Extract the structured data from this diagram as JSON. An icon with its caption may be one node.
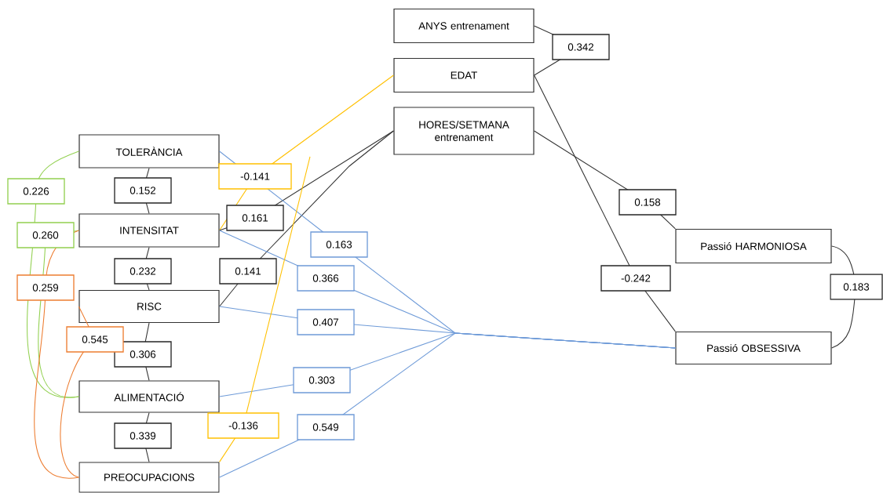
{
  "diagram": {
    "nodes": [
      {
        "text": [
          "ANYS entrenament"
        ]
      },
      {
        "text": [
          "EDAT"
        ]
      },
      {
        "text": [
          "HORES/SETMANA entrenament"
        ]
      },
      {
        "text": [
          "TOLERÀNCIA"
        ]
      },
      {
        "text": [
          "INTENSITAT"
        ]
      },
      {
        "text": [
          "RISC"
        ]
      },
      {
        "text": [
          "ALIMENTACIÓ"
        ]
      },
      {
        "text": [
          "PREOCUPACIONS"
        ]
      },
      {
        "text": [
          "Passió HARMONIOSA"
        ]
      },
      {
        "text": [
          "Passió OBSESSIVA"
        ]
      }
    ],
    "edges": [
      {
        "from": 0,
        "to": 1,
        "arrow": "none",
        "label": "0.342"
      },
      {
        "from": 1,
        "to": 9,
        "arrow": "none",
        "label": "-0.242"
      },
      {
        "from": 2,
        "to": 8,
        "arrow": "none",
        "label": "0.158"
      },
      {
        "from": 8,
        "to": 9,
        "arrow": "none",
        "label": "0.183"
      },
      {
        "from": 1,
        "to": 4,
        "arrow": "none",
        "label": "-0.141",
        "color": "#ffc000"
      },
      {
        "from": 2,
        "to": 4,
        "arrow": "none",
        "label": "0.161"
      },
      {
        "from": 2,
        "to": 5,
        "arrow": "none",
        "label": "0.141"
      },
      {
        "from": 3,
        "to": 9,
        "arrow": "none",
        "label": "0.163",
        "color": "#6f9bd8"
      },
      {
        "from": 4,
        "to": 9,
        "arrow": "none",
        "label": "0.366",
        "color": "#6f9bd8"
      },
      {
        "from": 5,
        "to": 9,
        "arrow": "none",
        "label": "0.407",
        "color": "#6f9bd8"
      },
      {
        "from": 6,
        "to": 9,
        "arrow": "none",
        "label": "0.303",
        "color": "#6f9bd8"
      },
      {
        "from": 7,
        "to": 9,
        "arrow": "none",
        "label": "0.549",
        "color": "#6f9bd8"
      },
      {
        "from": 3,
        "to": 4,
        "arrow": "none",
        "label": "0.152"
      },
      {
        "from": 4,
        "to": 5,
        "arrow": "none",
        "label": "0.232"
      },
      {
        "from": 5,
        "to": 6,
        "arrow": "none",
        "label": "0.306"
      },
      {
        "from": 6,
        "to": 7,
        "arrow": "none",
        "label": "0.339"
      },
      {
        "from": 3,
        "to": 6,
        "arrow": "none",
        "label": "0.226",
        "color": "#92d050"
      },
      {
        "from": 4,
        "to": 6,
        "arrow": "none",
        "label": "0.260",
        "color": "#92d050"
      },
      {
        "from": 4,
        "to": 7,
        "arrow": "none",
        "label": "0.259",
        "color": "#ed7d31"
      },
      {
        "from": 5,
        "to": 7,
        "arrow": "none",
        "label": "0.545",
        "color": "#ed7d31"
      },
      {
        "from": 7,
        "to": null,
        "arrow": "none",
        "label": "-0.136",
        "color": "#ffc000"
      }
    ]
  }
}
